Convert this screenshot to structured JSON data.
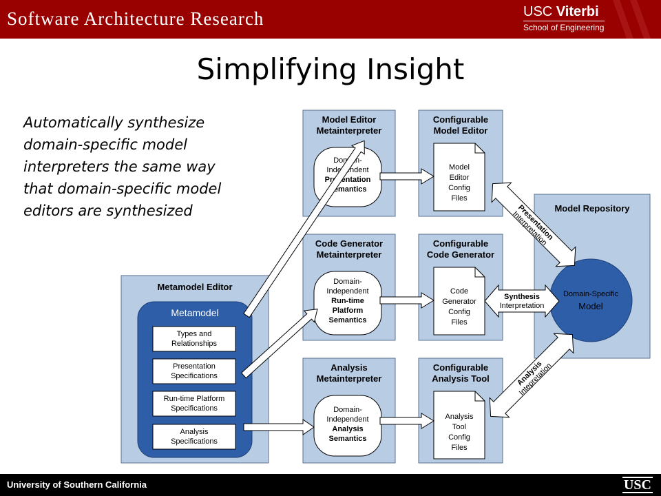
{
  "header": {
    "title": "Software Architecture Research",
    "logo_usc": "USC",
    "logo_viterbi": "Viterbi",
    "logo_sub": "School of Engineering"
  },
  "slide_title": "Simplifying Insight",
  "insight_lines": [
    "Automatically synthesize",
    "domain-specific model",
    "interpreters the same way",
    "that domain-specific model",
    "editors are synthesized"
  ],
  "footer": {
    "university": "University of Southern California",
    "logo": "USC"
  },
  "diagram": {
    "meta_editor": {
      "title": "Metamodel Editor",
      "metamodel_label": "Metamodel",
      "items": [
        [
          "Types and",
          "Relationships"
        ],
        [
          "Presentation",
          "Specifications"
        ],
        [
          "Run-time Platform",
          "Specifications"
        ],
        [
          "Analysis",
          "Specifications"
        ]
      ]
    },
    "model_editor_meta": {
      "title": [
        "Model Editor",
        "Metainterpreter"
      ],
      "bubble": [
        "Domain-",
        "Independent",
        "Presentation",
        "Semantics"
      ]
    },
    "code_gen_meta": {
      "title": [
        "Code Generator",
        "Metainterpreter"
      ],
      "bubble": [
        "Domain-",
        "Independent",
        "Run-time",
        "Platform",
        "Semantics"
      ]
    },
    "analysis_meta": {
      "title": [
        "Analysis",
        "Metainterpreter"
      ],
      "bubble": [
        "Domain-",
        "Independent",
        "Analysis",
        "Semantics"
      ]
    },
    "conf_model_editor": {
      "title": [
        "Configurable",
        "Model Editor"
      ],
      "doc": [
        "Model",
        "Editor",
        "Config",
        "Files"
      ]
    },
    "conf_code_gen": {
      "title": [
        "Configurable",
        "Code Generator"
      ],
      "doc": [
        "Code",
        "Generator",
        "Config",
        "Files"
      ]
    },
    "conf_analysis": {
      "title": [
        "Configurable",
        "Analysis Tool"
      ],
      "doc": [
        "Analysis",
        "Tool",
        "Config",
        "Files"
      ]
    },
    "repository": {
      "title": "Model Repository",
      "model": [
        "Domain-Specific",
        "Model"
      ]
    },
    "arrows": {
      "presentation": [
        "Presentation",
        "Interpretation"
      ],
      "synthesis": [
        "Synthesis",
        "Interpretation"
      ],
      "analysis": [
        "Analysis",
        "Intepretation"
      ]
    }
  },
  "colors": {
    "header_red": "#990000",
    "box_fill": "#b8cce4",
    "dark_blue": "#2e5ea8",
    "border": "#5a6f8f"
  }
}
